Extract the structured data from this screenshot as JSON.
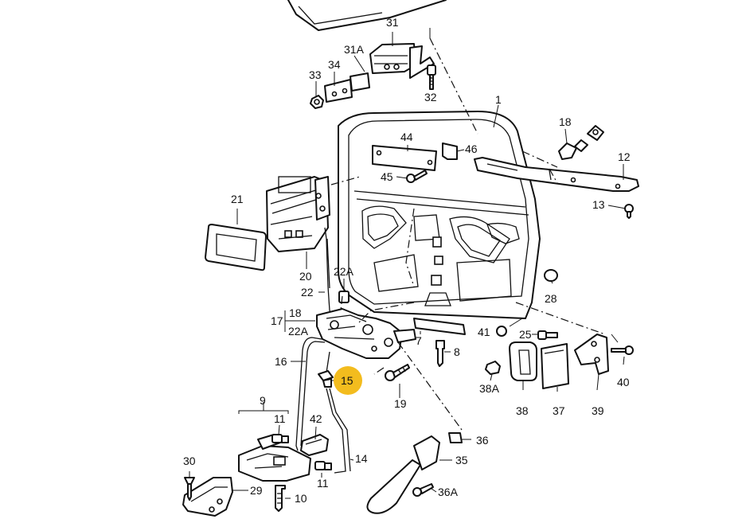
{
  "diagram": {
    "title": "Rear door assembly parts diagram",
    "highlight_color": "#f3bc1e",
    "highlighted_part": "15",
    "callouts": {
      "c1": "1",
      "c7": "7",
      "c8": "8",
      "c9": "9",
      "c10": "10",
      "c11a": "11",
      "c11b": "11",
      "c12": "12",
      "c13": "13",
      "c14": "14",
      "c15": "15",
      "c16": "16",
      "c17": "17",
      "c18": "18",
      "c18b": "18",
      "c19": "19",
      "c20": "20",
      "c21": "21",
      "c22": "22",
      "c22a_top": "22A",
      "c22a_low": "22A",
      "c25": "25",
      "c28": "28",
      "c29": "29",
      "c30": "30",
      "c31": "31",
      "c31a": "31A",
      "c32": "32",
      "c33": "33",
      "c34": "34",
      "c35": "35",
      "c36": "36",
      "c36a": "36A",
      "c37": "37",
      "c38": "38",
      "c38a": "38A",
      "c39": "39",
      "c40": "40",
      "c41": "41",
      "c42": "42",
      "c44": "44",
      "c45": "45",
      "c46": "46"
    }
  }
}
